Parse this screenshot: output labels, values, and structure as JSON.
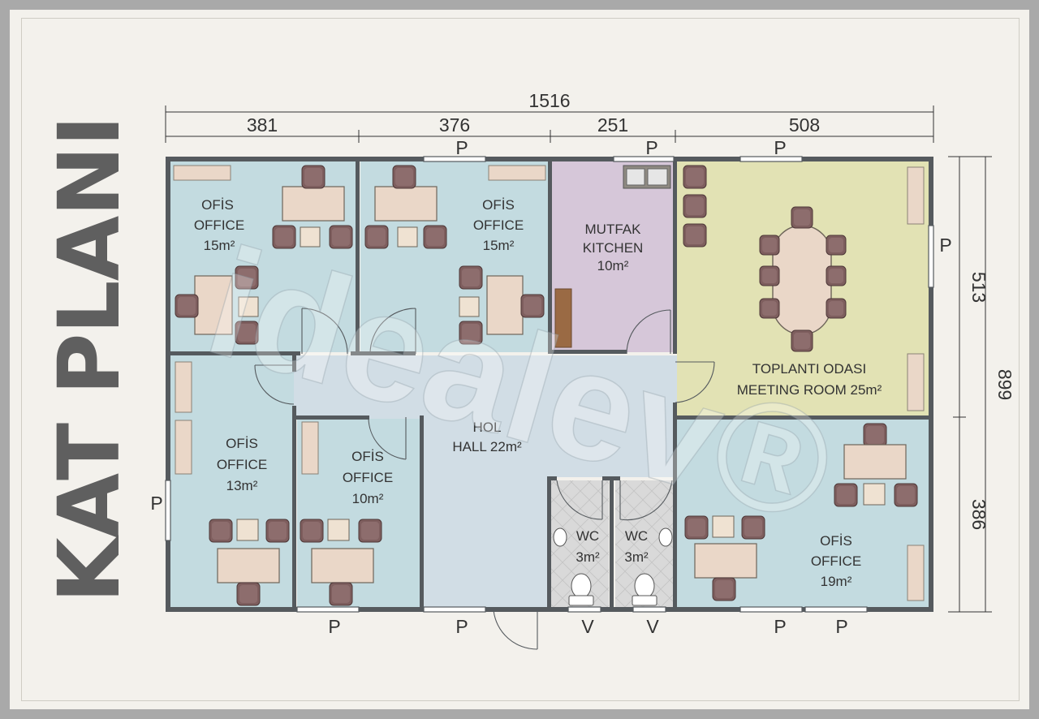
{
  "title": "KAT PLANI",
  "dimensions": {
    "total_width": "1516",
    "segments": [
      "381",
      "376",
      "251",
      "508"
    ],
    "total_height": "899",
    "right_segments": [
      "513",
      "386"
    ]
  },
  "rooms": {
    "office_top_left": {
      "line1": "OFİS",
      "line2": "OFFICE",
      "area": "15m²"
    },
    "office_top_middle": {
      "line1": "OFİS",
      "line2": "OFFICE",
      "area": "15m²"
    },
    "kitchen": {
      "line1": "MUTFAK",
      "line2": "KITCHEN",
      "area": "10m²"
    },
    "meeting_room": {
      "line1": "TOPLANTI ODASI",
      "line2": "MEETING ROOM 25m²"
    },
    "office_left": {
      "line1": "OFİS",
      "line2": "OFFICE",
      "area": "13m²"
    },
    "office_small": {
      "line1": "OFİS",
      "line2": "OFFICE",
      "area": "10m²"
    },
    "hall": {
      "line1": "HOL",
      "line2": "HALL 22m²"
    },
    "wc_1": {
      "line1": "WC",
      "area": "3m²"
    },
    "wc_2": {
      "line1": "WC",
      "area": "3m²"
    },
    "office_bottom_right": {
      "line1": "OFİS",
      "line2": "OFFICE",
      "area": "19m²"
    }
  },
  "window_marker": "P",
  "vent_marker": "V",
  "watermark": "idealev®",
  "colors": {
    "office": "#c3dbe0",
    "kitchen": "#d6c7d9",
    "meeting": "#e2e2b4",
    "hall": "#d1dde5",
    "wc": "#d8d8d8",
    "wall": "#555a5e",
    "chair": "#7e5e5e",
    "table": "#ead7c8",
    "title": "#5f5f5f"
  }
}
